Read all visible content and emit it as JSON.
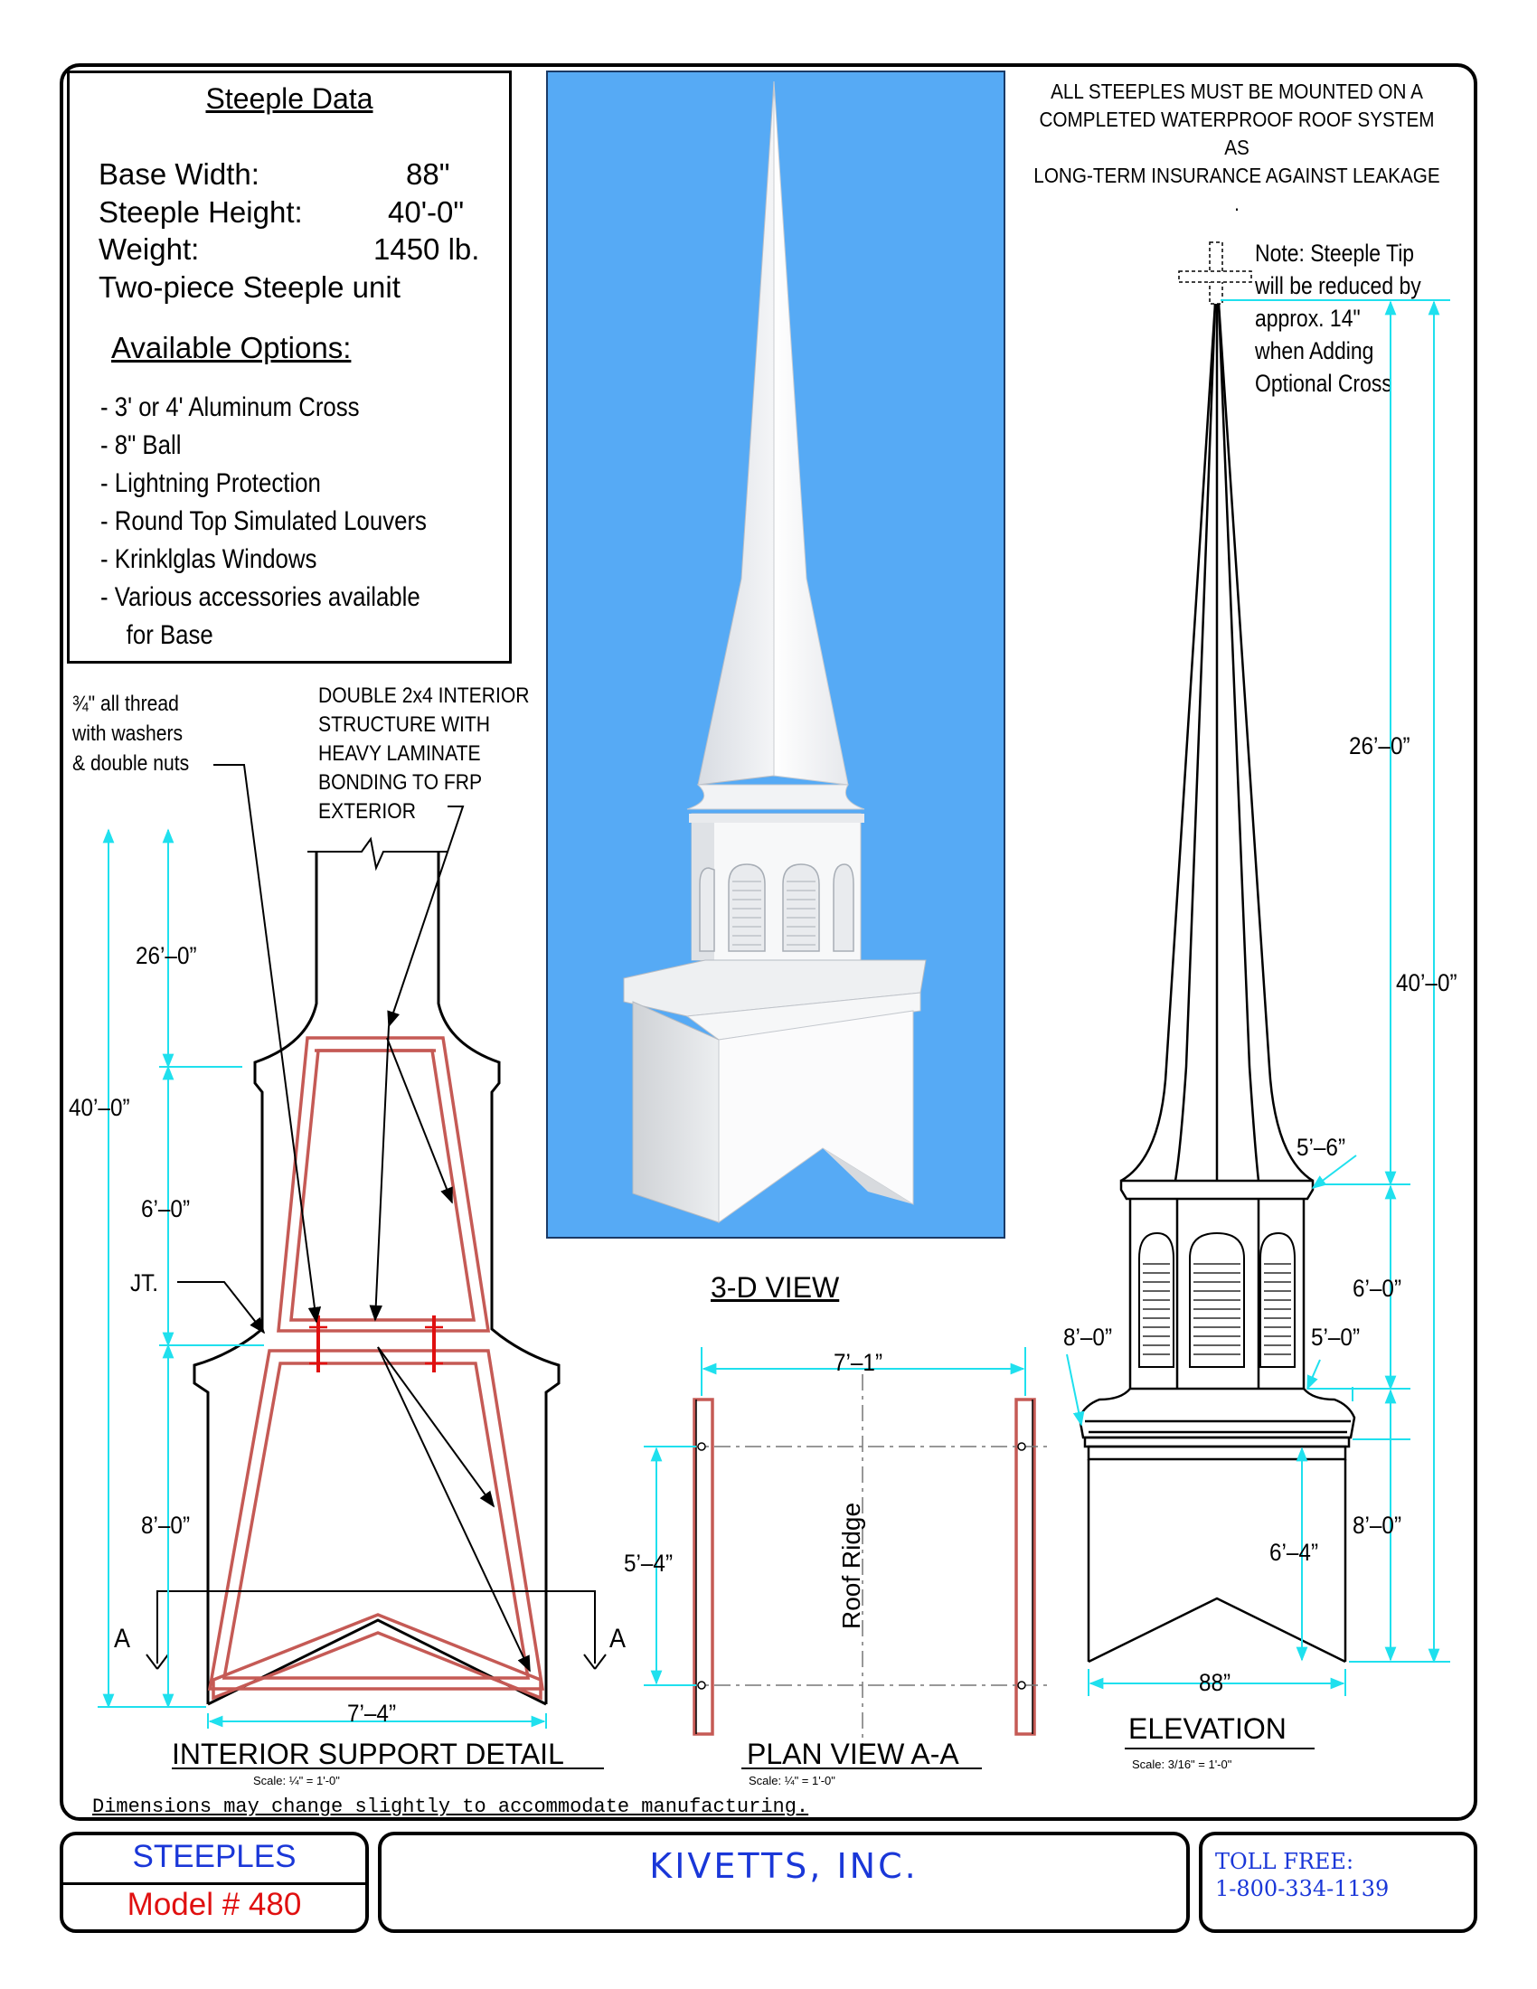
{
  "steeple_data": {
    "title": "Steeple Data",
    "specs": [
      {
        "label": "Base Width:",
        "value": "88\""
      },
      {
        "label": "Steeple Height:",
        "value": "40'-0\""
      },
      {
        "label": "Weight:",
        "value": "1450 lb."
      },
      {
        "label": "Two-piece Steeple unit",
        "value": ""
      }
    ],
    "options_title": "Available Options:",
    "options": [
      "-  3' or 4' Aluminum Cross",
      "-  8\" Ball",
      "-  Lightning Protection",
      "-  Round Top Simulated Louvers",
      "-  Krinklglas Windows",
      "-  Various accessories available",
      "    for Base"
    ]
  },
  "warning": {
    "lines": [
      "ALL STEEPLES MUST BE MOUNTED ON A",
      "COMPLETED WATERPROOF ROOF SYSTEM AS",
      "LONG-TERM INSURANCE AGAINST LEAKAGE ."
    ]
  },
  "elevation_note": {
    "lines": [
      "Note:  Steeple Tip",
      "will be reduced by",
      "approx. 14\"",
      "when Adding",
      "Optional Cross"
    ]
  },
  "interior_detail": {
    "callout_thread": [
      "¾\" all thread",
      "with washers",
      "& double nuts"
    ],
    "callout_structure": [
      "DOUBLE 2x4 INTERIOR",
      "STRUCTURE WITH",
      "HEAVY LAMINATE",
      "BONDING TO FRP",
      "EXTERIOR"
    ],
    "joint_label": "JT.",
    "dims": {
      "upper": "26’–0”",
      "overall": "40’–0”",
      "middle": "6’–0”",
      "lower": "8’–0”",
      "width": "7’–4”"
    },
    "section_mark": "A",
    "title": "INTERIOR SUPPORT DETAIL",
    "scale": "Scale: ¼\" = 1'-0\""
  },
  "render_view": {
    "title": "3-D VIEW"
  },
  "plan_view": {
    "dims": {
      "width": "7’–1”",
      "depth": "5’–4”"
    },
    "ridge_label": "Roof Ridge",
    "title": "PLAN VIEW A-A",
    "scale": "Scale: ¼\" = 1'-0\""
  },
  "elevation_view": {
    "dims": {
      "spire": "26’–0”",
      "overall": "40’–0”",
      "tower_width": "5’–6”",
      "belfry": "6’–0”",
      "belfry_base": "8’–0”",
      "belfry_width": "5’–0”",
      "base": "8’–0”",
      "base_inner": "6’–4”",
      "base_width": "88”"
    },
    "title": "ELEVATION",
    "scale": "Scale: 3/16\" = 1'-0\""
  },
  "disclaimer": "Dimensions may change slightly to accommodate manufacturing.",
  "title_block": {
    "series": "STEEPLES",
    "model": "Model # 480",
    "company": "KIVETTS, INC.",
    "toll_free_label": "TOLL FREE:",
    "toll_free_number": "1-800-334-1139"
  },
  "colors": {
    "dimension": "#1fe0ee",
    "structure": "#c55a55",
    "render_background": "#56aaf5",
    "series_text": "#1a37d8",
    "model_text": "#e01010"
  }
}
